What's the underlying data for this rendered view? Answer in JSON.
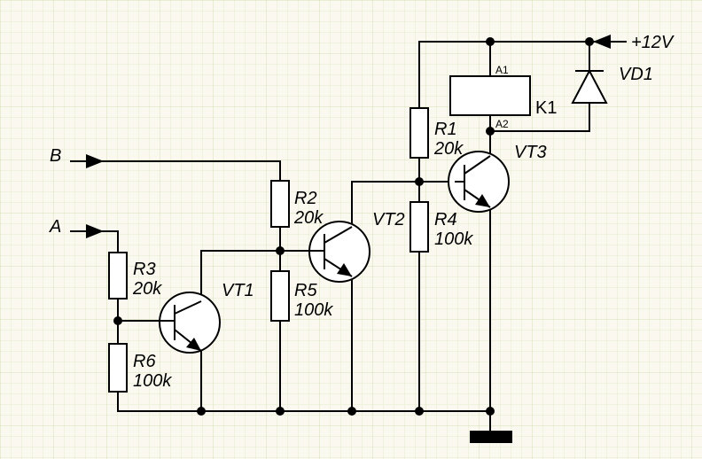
{
  "inputs": {
    "a": "A",
    "b": "B"
  },
  "supply": "+12V",
  "resistors": {
    "r1": {
      "name": "R1",
      "value": "20k"
    },
    "r2": {
      "name": "R2",
      "value": "20k"
    },
    "r3": {
      "name": "R3",
      "value": "20k"
    },
    "r4": {
      "name": "R4",
      "value": "100k"
    },
    "r5": {
      "name": "R5",
      "value": "100k"
    },
    "r6": {
      "name": "R6",
      "value": "100k"
    }
  },
  "transistors": {
    "vt1": "VT1",
    "vt2": "VT2",
    "vt3": "VT3"
  },
  "relay": {
    "name": "K1",
    "pin_a1": "A1",
    "pin_a2": "A2"
  },
  "diode": "VD1",
  "colors": {
    "background": "#fbf9ef",
    "grid": "#dfe6c6",
    "ink": "#000000"
  }
}
